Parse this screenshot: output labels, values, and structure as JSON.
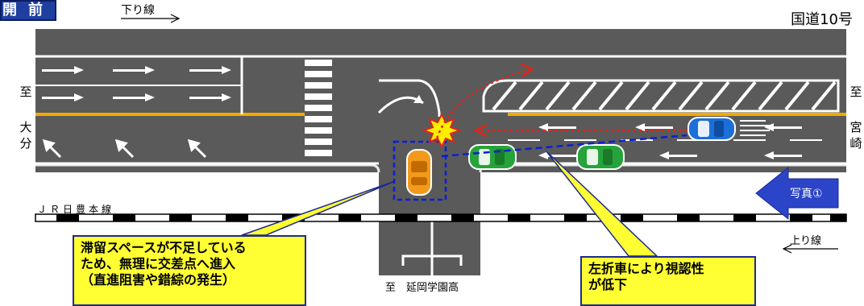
{
  "tag_label": "開前",
  "direction_down": "下り線",
  "direction_up": "上り線",
  "route_name": "国道10号",
  "left_destination": [
    "至",
    "大",
    "分"
  ],
  "right_destination": [
    "至",
    "宮",
    "崎"
  ],
  "bottom_destination": "至　延岡学園高",
  "railway_label": "ＪＲ日豊本線",
  "photo_label": "写真①",
  "callout_left": [
    "滞留スペースが不足している",
    "ため、無理に交差点へ進入",
    "（直進阻害や錯綜の発生）"
  ],
  "callout_right": [
    "左折車により視認性",
    "が低下"
  ],
  "colors": {
    "road": "#5a5a5a",
    "centerline": "#f5a800",
    "callout": "#ffff33",
    "accent": "#1f3fa0"
  }
}
